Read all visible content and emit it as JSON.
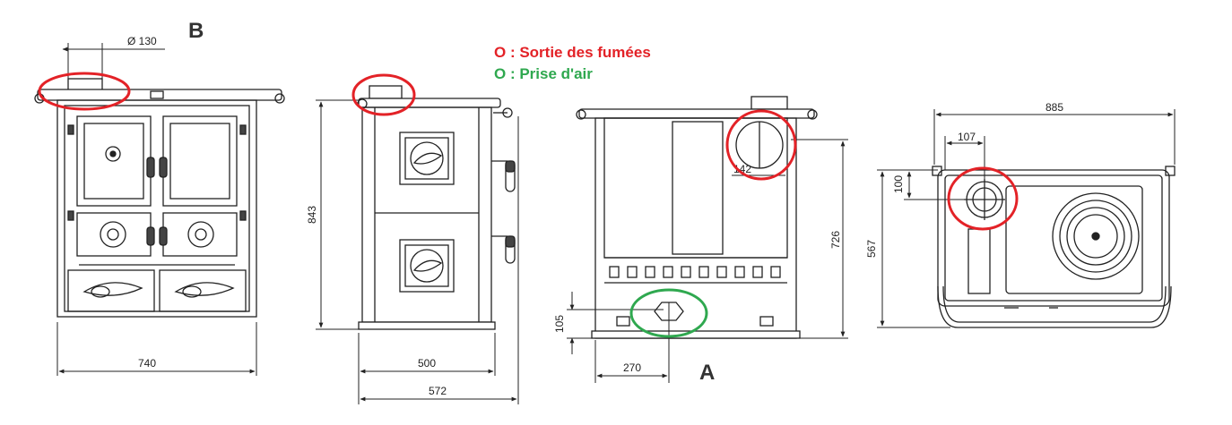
{
  "labels": {
    "view_b": "B",
    "view_a": "A",
    "flue_diameter": "Ø 130"
  },
  "legend": {
    "marker": "O",
    "smoke_outlet": "O : Sortie des fumées",
    "air_intake": "O : Prise d'air",
    "smoke_color": "#e32227",
    "air_color": "#2fa84f"
  },
  "dimensions": {
    "front_width": "740",
    "side_depth_inner": "500",
    "side_depth_total": "572",
    "side_height": "843",
    "rear_height": "726",
    "rear_air_height": "105",
    "rear_air_offset": "270",
    "rear_flue_size": "142",
    "top_width": "885",
    "top_depth": "567",
    "top_flue_x": "107",
    "top_flue_y": "100"
  }
}
